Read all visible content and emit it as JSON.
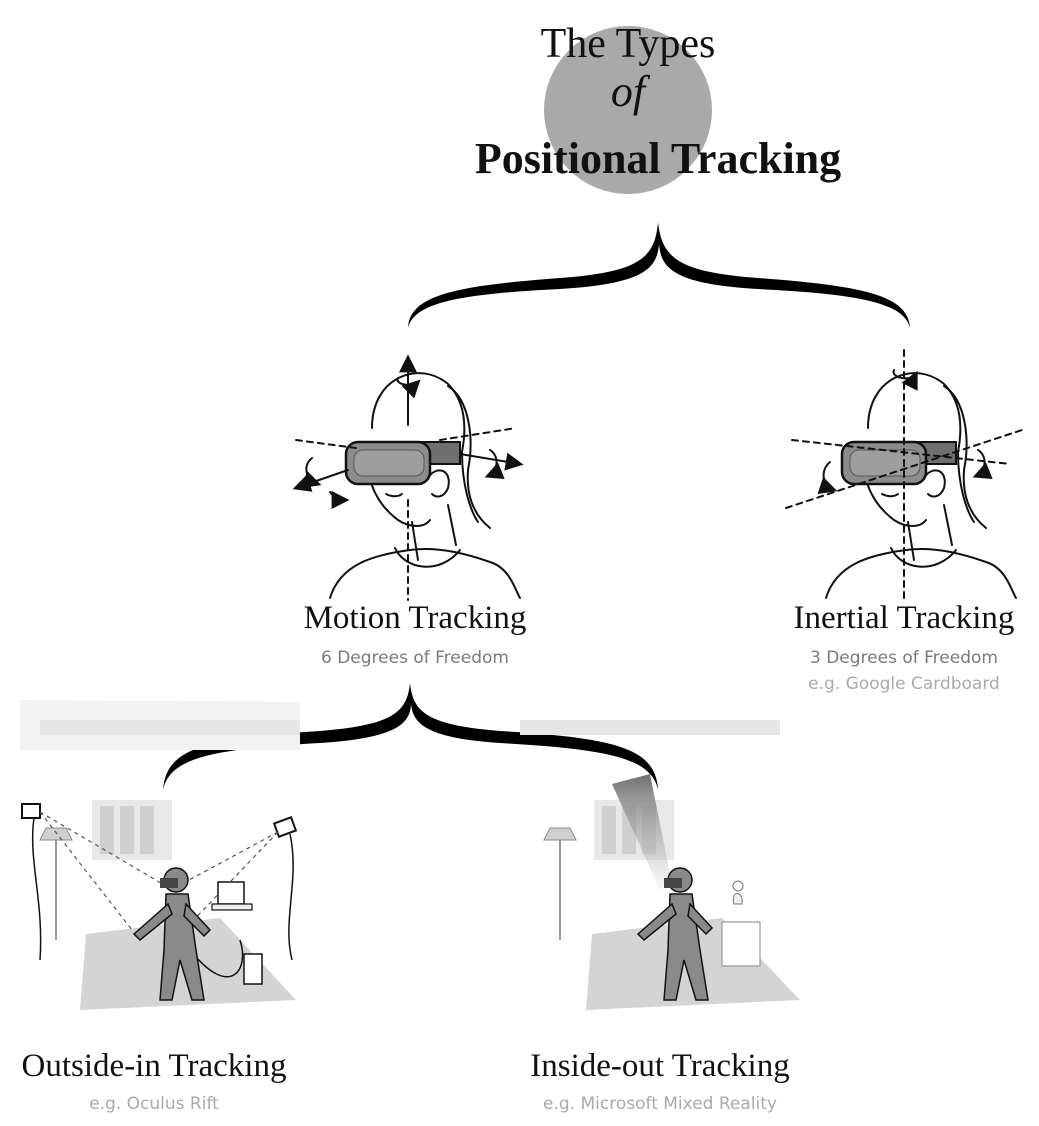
{
  "title": {
    "line1": "The Types",
    "line2": "of",
    "line3": "Positional Tracking"
  },
  "nodes": {
    "motion": {
      "label": "Motion Tracking",
      "sub": "6 Degrees of Freedom"
    },
    "inertial": {
      "label": "Inertial Tracking",
      "sub": "3 Degrees of Freedom",
      "example": "e.g. Google Cardboard"
    },
    "outside_in": {
      "label": "Outside-in Tracking",
      "example": "e.g. Oculus Rift"
    },
    "inside_out": {
      "label": "Inside-out Tracking",
      "example": "e.g. Microsoft Mixed Reality"
    }
  },
  "colors": {
    "circle": "#a9a9a9",
    "brace": "#000000",
    "headset": "#8c8c8c",
    "figure": "#8a8a8a",
    "floor": "#d9d9d9"
  },
  "icons": [
    "vr-headset-head-icon",
    "outside-in-room-icon",
    "inside-out-room-icon",
    "rotation-arrow-icon"
  ]
}
